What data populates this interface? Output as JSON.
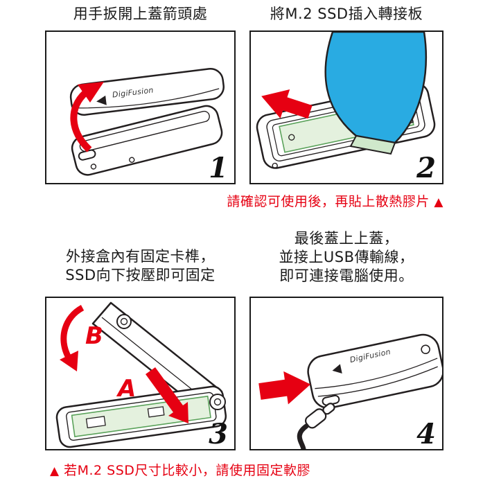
{
  "colors": {
    "line": "#231f20",
    "accent_red": "#e60012",
    "ssd_blue": "#29abe2",
    "pcb_green_fill": "#e4f1de",
    "pcb_green_stroke": "#5aa25a",
    "background": "#ffffff"
  },
  "steps": [
    {
      "number": "1",
      "caption": "用手扳開上蓋箭頭處"
    },
    {
      "number": "2",
      "caption": "將M.2 SSD插入轉接板"
    },
    {
      "number": "3",
      "caption": "外接盒內有固定卡榫，\nSSD向下按壓即可固定"
    },
    {
      "number": "4",
      "caption": "最後蓋上上蓋，\n並接上USB傳輸線，\n即可連接電腦使用。"
    }
  ],
  "notes": {
    "triangle": "▲",
    "heatsink": "請確認可使用後，再貼上散熱膠片",
    "small_ssd": "若M.2 SSD尺寸比較小，請使用固定軟膠"
  },
  "labels": {
    "brand": "DigiFusion",
    "arrow_a": "A",
    "arrow_b": "B"
  }
}
